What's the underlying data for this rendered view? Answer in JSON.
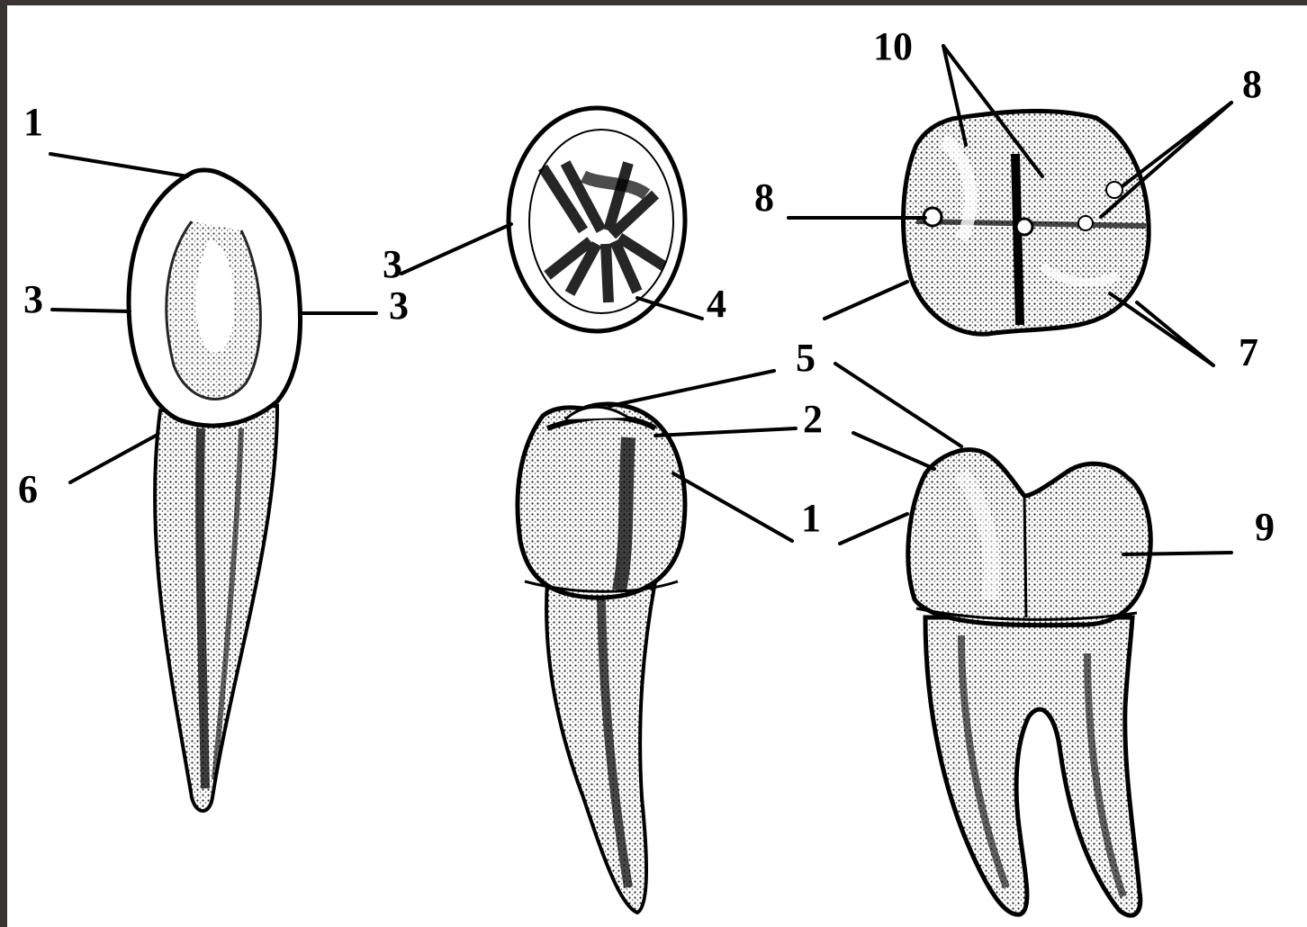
{
  "figure": {
    "labels": {
      "canine_tip": "1",
      "canine_left": "3",
      "canine_right": "3",
      "canine_neck": "6",
      "occlusal_left": "3",
      "occlusal_right": "4",
      "molar_top": "10",
      "molar_left": "8",
      "molar_right": "8",
      "molar_bottom": "7",
      "premolar_cusp": "5",
      "premolar_mid": "2",
      "premolar_low": "1",
      "molar_side": "9"
    }
  },
  "colors": {
    "ink": "#000000",
    "paper": "#ffffff",
    "frame": "#3a3532"
  }
}
